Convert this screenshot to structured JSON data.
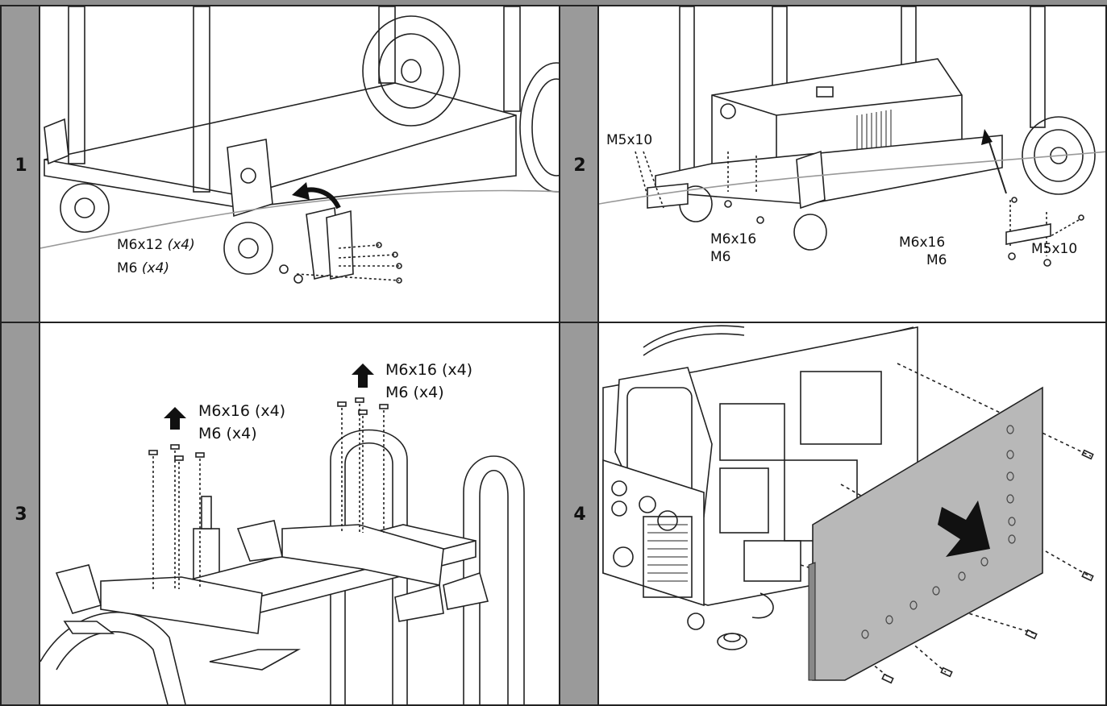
{
  "steps": [
    {
      "number": "1",
      "labels": {
        "a_main": "M6x12 ",
        "a_qty": "(x4)",
        "b_main": "M6 ",
        "b_qty": "(x4)"
      }
    },
    {
      "number": "2",
      "labels": {
        "m5_left": "M5x10",
        "m616_mid": "M6x16",
        "m6_mid": "M6",
        "m616_right": "M6x16",
        "m6_right": "M6",
        "m5_right": "M5x10"
      }
    },
    {
      "number": "3",
      "labels": {
        "left_1": "M6x16 (x4)",
        "left_2": "M6 (x4)",
        "right_1": "M6x16 (x4)",
        "right_2": "M6 (x4)"
      }
    },
    {
      "number": "4",
      "labels": {}
    }
  ],
  "colors": {
    "strip": "#9a9a9a",
    "line": "#222222",
    "panel_fill": "#b8b8b8",
    "arrow": "#111111"
  },
  "icons": [
    "curved-arrow-icon",
    "up-arrow-icon",
    "right-arrow-icon",
    "wheel-icon",
    "screw-icon"
  ]
}
